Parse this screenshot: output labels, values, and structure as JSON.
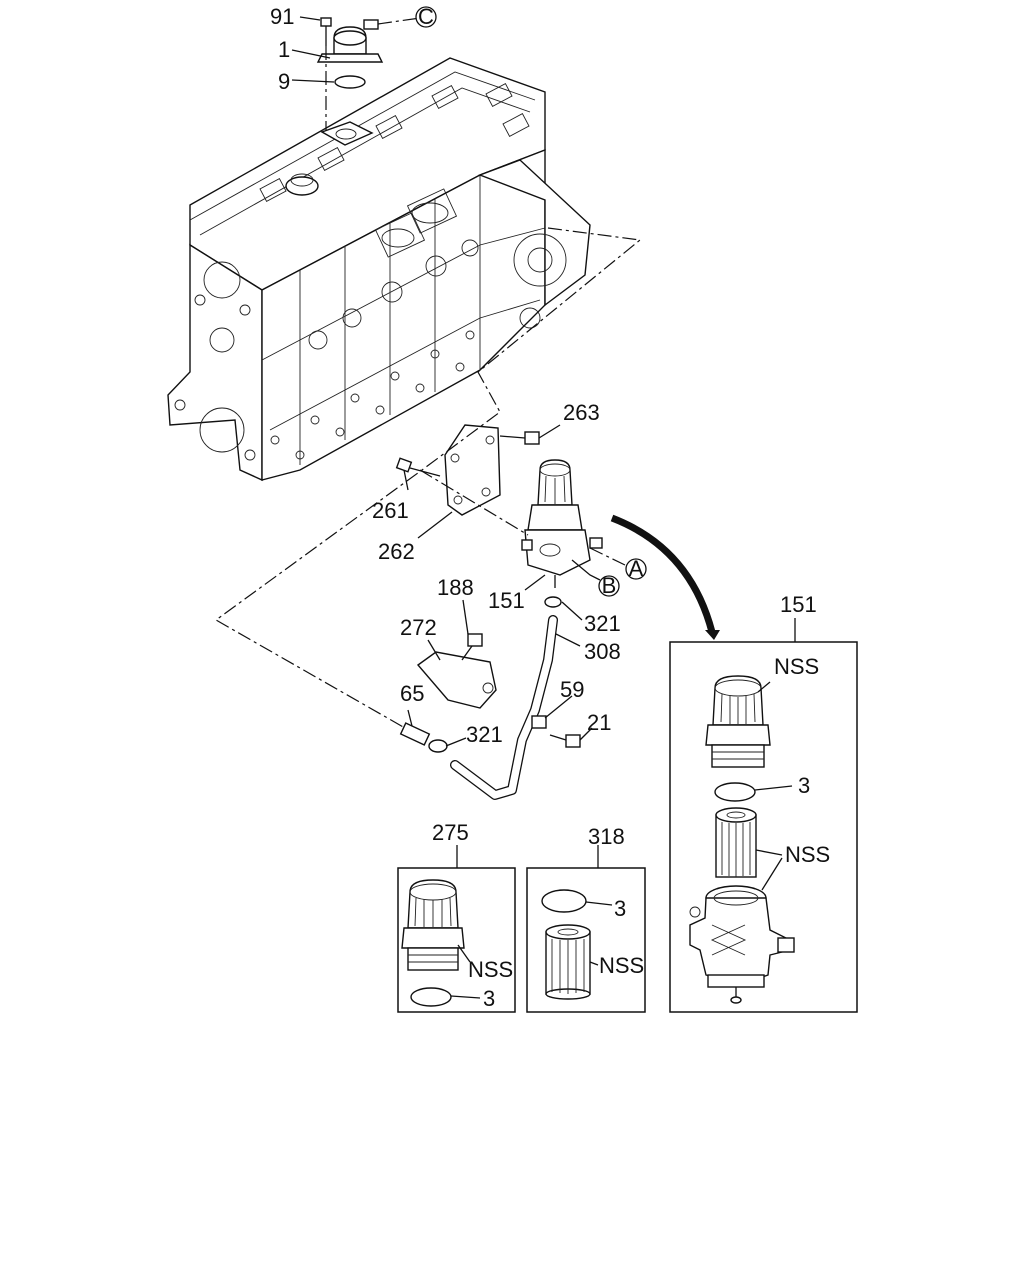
{
  "callouts": {
    "c91": "91",
    "c1": "1",
    "c9": "9",
    "c263": "263",
    "c261": "261",
    "c262": "262",
    "c151": "151",
    "c188": "188",
    "c272": "272",
    "c321a": "321",
    "c308": "308",
    "c65": "65",
    "c59": "59",
    "c21": "21",
    "c321b": "321",
    "box151": "151",
    "nss1": "NSS",
    "c3a": "3",
    "nss2": "NSS",
    "box275": "275",
    "nss3": "NSS",
    "c3b": "3",
    "box318": "318",
    "c3c": "3",
    "nss4": "NSS"
  },
  "refs": {
    "A": "A",
    "B": "B",
    "C": "C"
  }
}
